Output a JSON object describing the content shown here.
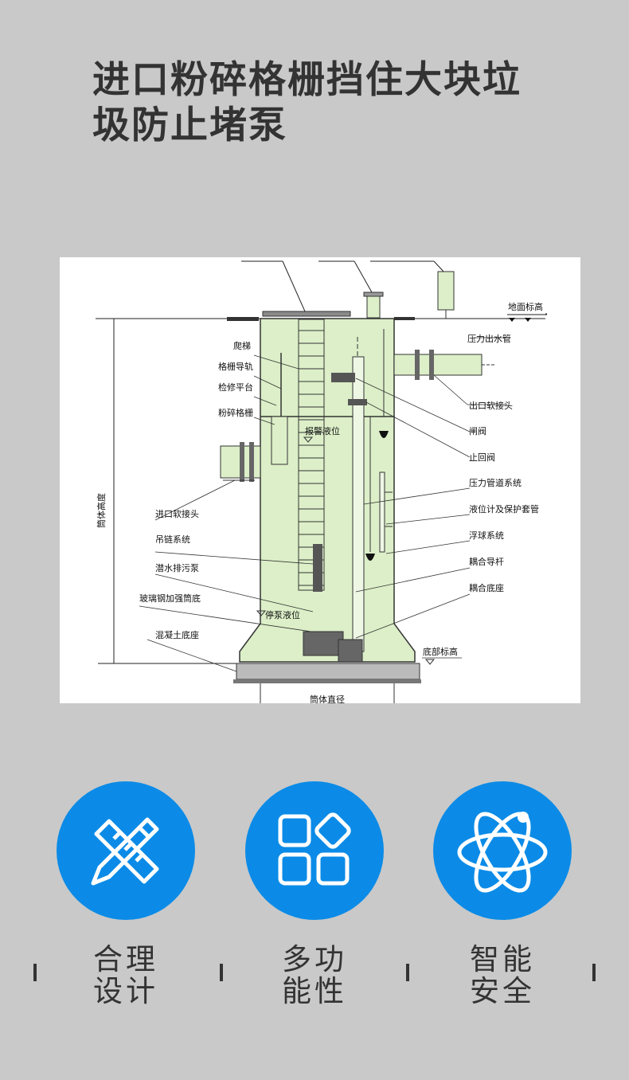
{
  "headline": {
    "line1": "进口粉碎格栅挡住大块垃",
    "line2": "圾防止堵泵"
  },
  "diagram": {
    "labels": {
      "ground_level": "地面标高",
      "pressure_outlet": "压力出水管",
      "ladder": "爬梯",
      "grille_rail": "格栅导轨",
      "maintenance_platform": "检修平台",
      "crushing_grille": "粉碎格栅",
      "alarm_level": "报警液位",
      "outlet_flex_joint": "出口软接头",
      "gate_valve": "闸阀",
      "check_valve": "止回阀",
      "pressure_pipe_system": "压力管道系统",
      "level_gauge": "液位计及保护套管",
      "float_system": "浮球系统",
      "coupling_rod": "耦合导杆",
      "coupling_base": "耦合底座",
      "inlet_flex_joint": "进口软接头",
      "chain_system": "吊链系统",
      "submersible_pump": "潜水排污泵",
      "frp_bottom": "玻璃钢加强筒底",
      "concrete_base": "混凝土底座",
      "stop_level": "停泵液位",
      "bottom_level": "底部标高",
      "barrel_height": "筒体高度",
      "barrel_diameter": "筒体直径"
    }
  },
  "features": [
    {
      "line1": "合理",
      "line2": "设计",
      "icon": "pencil-ruler-icon"
    },
    {
      "line1": "多功",
      "line2": "能性",
      "icon": "apps-grid-icon"
    },
    {
      "line1": "智能",
      "line2": "安全",
      "icon": "atom-icon"
    }
  ],
  "colors": {
    "background": "#c9c9c9",
    "accent_blue": "#0b8be7",
    "tank_fill": "#dcefc8",
    "text_dark": "#333333"
  }
}
